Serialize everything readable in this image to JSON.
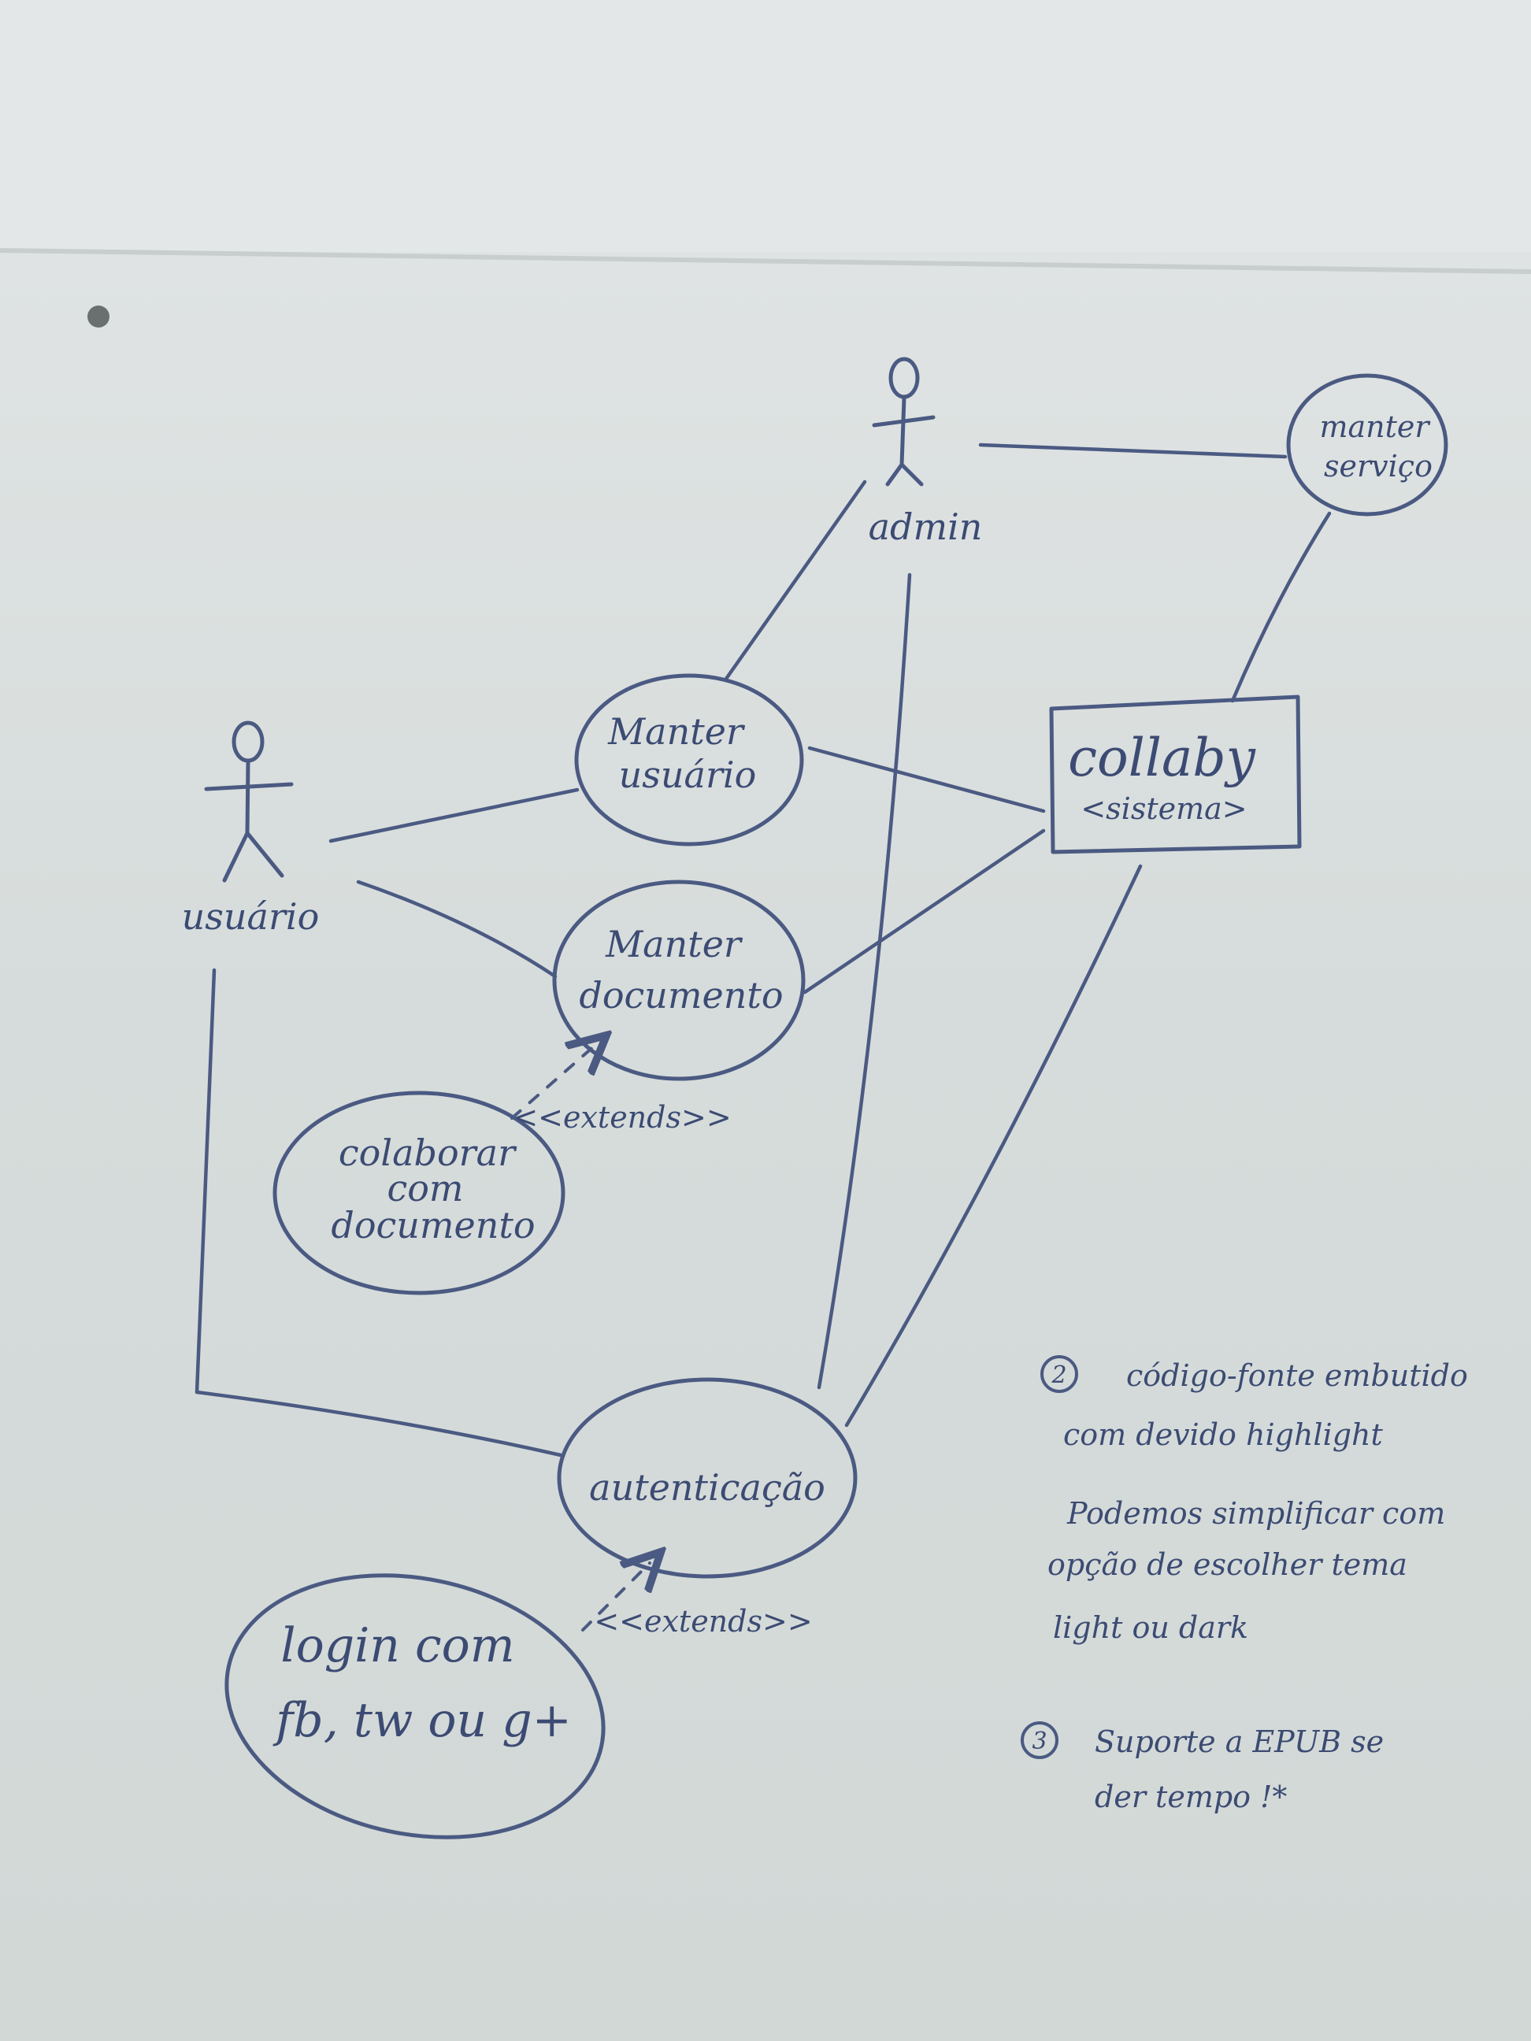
{
  "actors": {
    "admin": {
      "label": "admin"
    },
    "usuario": {
      "label": "usuário"
    }
  },
  "use_cases": {
    "manter_servico": {
      "line1": "manter",
      "line2": "serviço"
    },
    "manter_usuario": {
      "line1": "Manter",
      "line2": "usuário"
    },
    "manter_documento": {
      "line1": "Manter",
      "line2": "documento"
    },
    "colaborar": {
      "line1": "colaborar",
      "line2": "com",
      "line3": "documento"
    },
    "autenticacao": {
      "line1": "autenticação"
    },
    "login": {
      "line1": "login com",
      "line2": "fb, tw ou g+"
    }
  },
  "system": {
    "name": "collaby",
    "stereotype": "<sistema>"
  },
  "relations": {
    "extend_colaborar": "<<extends>>",
    "extend_login": "<<extends>>"
  },
  "notes": {
    "note2": {
      "number": "2",
      "line1": "código-fonte embutido",
      "line2": "com devido highlight",
      "line3": "Podemos simplificar com",
      "line4": "opção de escolher tema",
      "line5": "light ou dark"
    },
    "note3": {
      "number": "3",
      "line1": "Suporte a EPUB se",
      "line2": "der tempo !*"
    }
  },
  "colors": {
    "board": "#d9dedd",
    "ink": "#4b5a82"
  }
}
